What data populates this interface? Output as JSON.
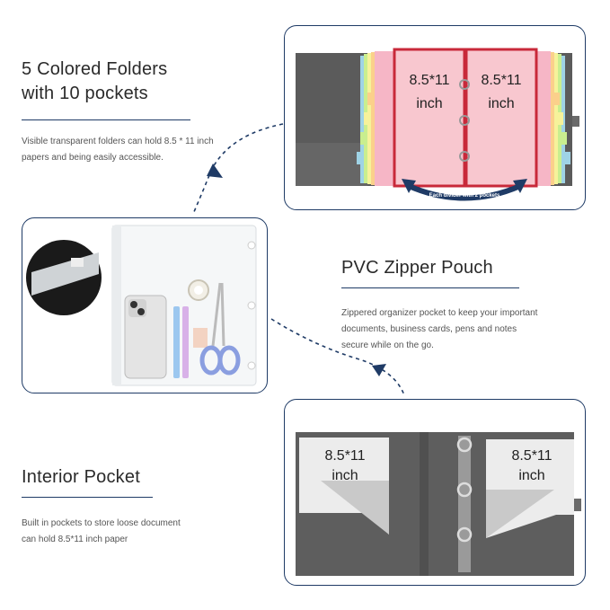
{
  "section1": {
    "title": "5 Colored Folders\nwith 10 pockets",
    "description": "Visible transparent folders can hold 8.5 * 11 inch\npapers and being easily accessible.",
    "left_size_label": "8.5*11\ninch",
    "right_size_label": "8.5*11\ninch",
    "arrow_caption": "Each divider with 2 pockets"
  },
  "section2": {
    "title": "PVC Zipper Pouch",
    "description": "Zippered organizer pocket to keep your important\ndocuments, business cards, pens and notes\nsecure while on the go."
  },
  "section3": {
    "title": "Interior Pocket",
    "description": "Built in pockets to store loose document\ncan hold 8.5*11 inch paper",
    "left_size_label": "8.5*11\ninch",
    "right_size_label": "8.5*11\ninch"
  },
  "colors": {
    "accent": "#1f3b66",
    "binder_gray": "#5a5a5a",
    "red_folder": "#c8293a"
  }
}
